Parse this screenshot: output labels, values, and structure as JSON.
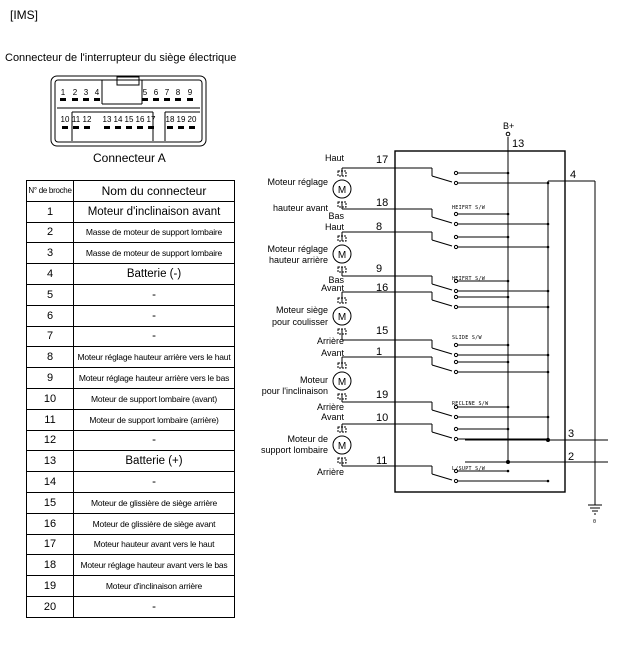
{
  "header": {
    "ims": "[IMS]"
  },
  "connector": {
    "title": "Connecteur de l'interrupteur du siège électrique",
    "top_pins": [
      "1",
      "2",
      "3",
      "4",
      "5",
      "6",
      "7",
      "8",
      "9"
    ],
    "bottom_pins": [
      "10",
      "11",
      "12",
      "13",
      "14",
      "15",
      "16",
      "17",
      "18",
      "19",
      "20"
    ],
    "caption": "Connecteur A"
  },
  "table": {
    "header_pin": "N° de broche",
    "header_name": "Nom du connecteur",
    "rows": [
      {
        "pin": "1",
        "name": "Moteur d'inclinaison avant"
      },
      {
        "pin": "2",
        "name": "Masse de moteur de support lombaire"
      },
      {
        "pin": "3",
        "name": "Masse de moteur de support lombaire"
      },
      {
        "pin": "4",
        "name": "Batterie (-)"
      },
      {
        "pin": "5",
        "name": "-"
      },
      {
        "pin": "6",
        "name": "-"
      },
      {
        "pin": "7",
        "name": "-"
      },
      {
        "pin": "8",
        "name": "Moteur réglage hauteur arrière vers le haut"
      },
      {
        "pin": "9",
        "name": "Moteur réglage hauteur arrière vers le bas"
      },
      {
        "pin": "10",
        "name": "Moteur de support lombaire (avant)"
      },
      {
        "pin": "11",
        "name": "Moteur de support lombaire (arrière)"
      },
      {
        "pin": "12",
        "name": "-"
      },
      {
        "pin": "13",
        "name": "Batterie (+)"
      },
      {
        "pin": "14",
        "name": "-"
      },
      {
        "pin": "15",
        "name": "Moteur de glissière de siège arrière"
      },
      {
        "pin": "16",
        "name": "Moteur de glissière de siège avant"
      },
      {
        "pin": "17",
        "name": "Moteur hauteur avant vers le haut"
      },
      {
        "pin": "18",
        "name": "Moteur réglage hauteur avant vers le bas"
      },
      {
        "pin": "19",
        "name": "Moteur d'inclinaison arrière"
      },
      {
        "pin": "20",
        "name": "-"
      }
    ]
  },
  "schematic": {
    "battery_label": "B+",
    "ground_label": "0",
    "motor_symbol": "M",
    "box_pins": {
      "top": "13",
      "right": "4",
      "right3": "3",
      "right2": "2"
    },
    "motors": [
      {
        "name_l1": "Moteur réglage",
        "name_l2": "hauteur avant",
        "top": "Haut",
        "bottom": "Bas",
        "pin_top": "17",
        "pin_bottom": "18",
        "switch": "HEIFRT S/W"
      },
      {
        "name_l1": "Moteur réglage",
        "name_l2": "hauteur arrière",
        "top": "Haut",
        "bottom": "Bas",
        "pin_top": "8",
        "pin_bottom": "9",
        "switch": "HEIFRT S/W"
      },
      {
        "name_l1": "Moteur siège",
        "name_l2": "pour coulisser",
        "top": "Avant",
        "bottom": "Arrière",
        "pin_top": "16",
        "pin_bottom": "15",
        "switch": "SLIDE S/W"
      },
      {
        "name_l1": "Moteur",
        "name_l2": "pour l'inclinaison",
        "top": "Avant",
        "bottom": "Arrière",
        "pin_top": "1",
        "pin_bottom": "19",
        "switch": "RECLINE S/W"
      },
      {
        "name_l1": "Moteur de",
        "name_l2": "support lombaire",
        "top": "Avant",
        "bottom": "Arrière",
        "pin_top": "10",
        "pin_bottom": "11",
        "switch": "L/SUPT S/W"
      }
    ]
  }
}
